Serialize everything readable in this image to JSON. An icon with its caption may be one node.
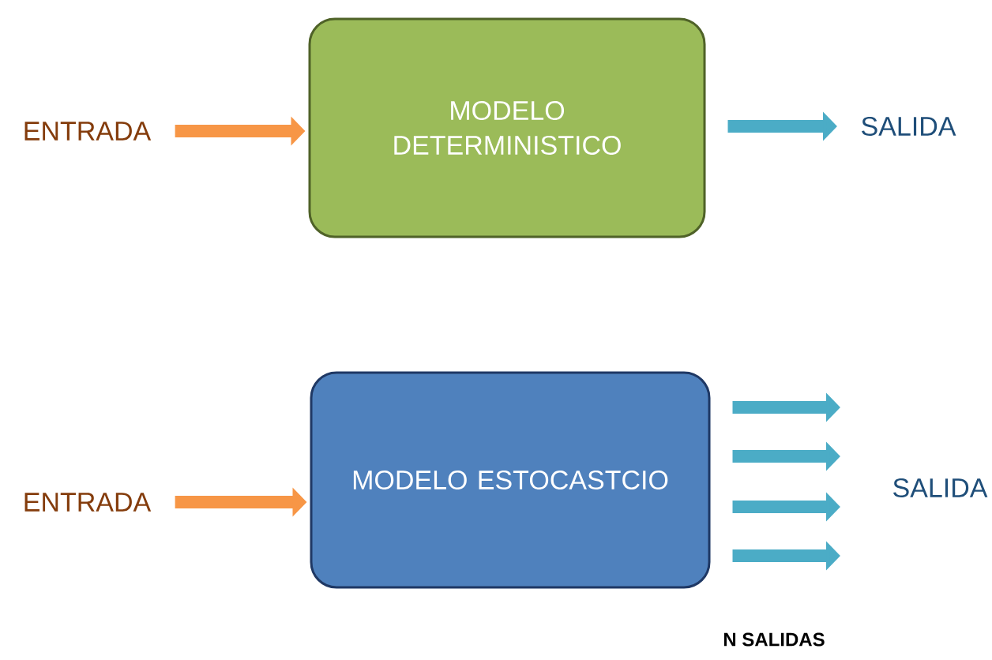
{
  "diagram": {
    "nodes": [
      {
        "text": [
          "ENTRADA"
        ]
      },
      {
        "text": [
          "MODELO DETERMINISTICO"
        ]
      },
      {
        "text": [
          "SALIDA"
        ]
      },
      {
        "text": [
          "ENTRADA"
        ]
      },
      {
        "text": [
          "MODELO ESTOCASTCIO"
        ]
      },
      {
        "text": [
          "SALIDA"
        ]
      }
    ],
    "edges": [
      {
        "from": 0,
        "to": 1,
        "arrow": "to",
        "color": "#f79646"
      },
      {
        "from": 1,
        "to": 2,
        "arrow": "to"
      },
      {
        "from": 3,
        "to": 4,
        "arrow": "to",
        "color": "#f79646"
      },
      {
        "from": 4,
        "to": 5,
        "arrow": "to"
      },
      {
        "from": 4,
        "to": 5,
        "arrow": "to"
      },
      {
        "from": 4,
        "to": 5,
        "arrow": "to"
      },
      {
        "from": 4,
        "to": 5,
        "arrow": "to"
      }
    ],
    "labels": [
      "N SALIDAS"
    ]
  }
}
